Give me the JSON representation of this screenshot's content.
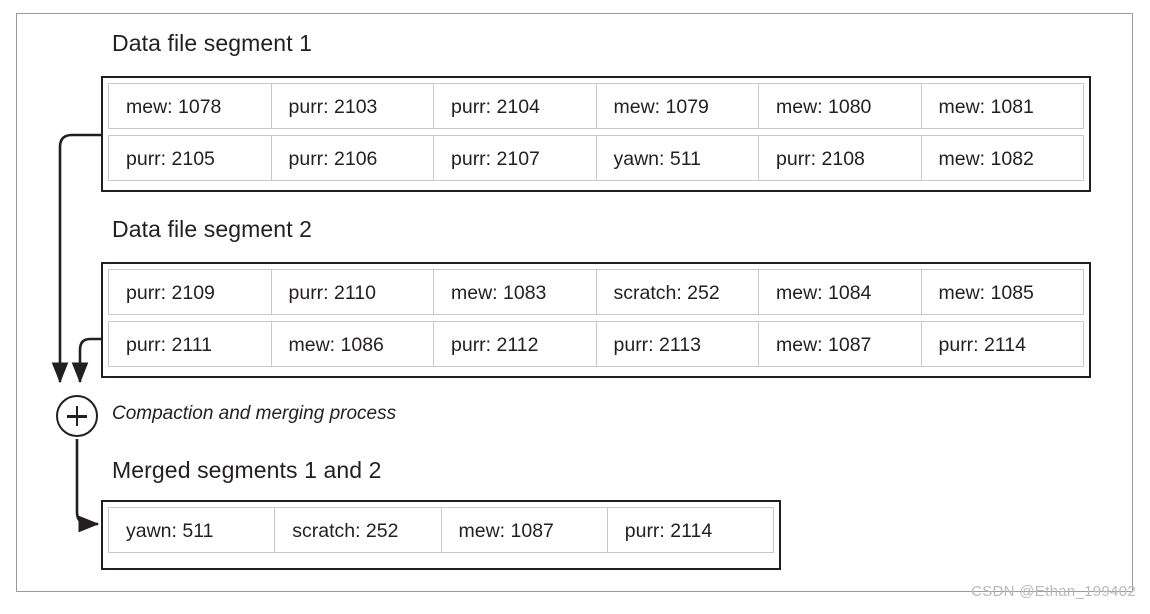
{
  "diagram": {
    "title_segment1": "Data file segment 1",
    "title_segment2": "Data file segment 2",
    "title_merged": "Merged segments 1 and 2",
    "process_caption": "Compaction and merging process",
    "merge_node_symbol": "+",
    "watermark": "CSDN @Ethan_199402",
    "colors": {
      "frame_border": "#9b9b9b",
      "table_border": "#231f20",
      "cell_border": "#c9c9c9",
      "text": "#231f20",
      "connector": "#231f20",
      "watermark": "#b9b9b9",
      "background": "#ffffff"
    }
  },
  "segment1": {
    "rows": [
      [
        "mew: 1078",
        "purr: 2103",
        "purr: 2104",
        "mew: 1079",
        "mew: 1080",
        "mew: 1081"
      ],
      [
        "purr: 2105",
        "purr: 2106",
        "purr: 2107",
        "yawn: 511",
        "purr: 2108",
        "mew: 1082"
      ]
    ]
  },
  "segment2": {
    "rows": [
      [
        "purr: 2109",
        "purr: 2110",
        "mew: 1083",
        "scratch: 252",
        "mew: 1084",
        "mew: 1085"
      ],
      [
        "purr: 2111",
        "mew: 1086",
        "purr: 2112",
        "purr: 2113",
        "mew: 1087",
        "purr: 2114"
      ]
    ]
  },
  "merged": {
    "rows": [
      [
        "yawn: 511",
        "scratch: 252",
        "mew: 1087",
        "purr: 2114"
      ]
    ]
  }
}
